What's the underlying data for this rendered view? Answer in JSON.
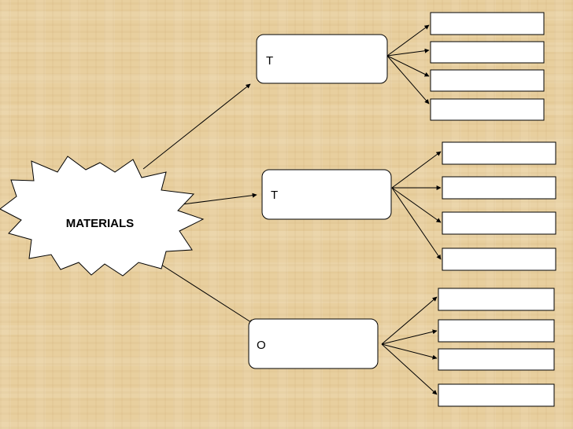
{
  "diagram": {
    "center": {
      "label": "MATERIALS"
    },
    "branches": [
      {
        "label": "T",
        "leaves": [
          "",
          "",
          "",
          ""
        ]
      },
      {
        "label": "T",
        "leaves": [
          "",
          "",
          "",
          ""
        ]
      },
      {
        "label": "O",
        "leaves": [
          "",
          "",
          "",
          ""
        ]
      }
    ]
  },
  "colors": {
    "background": "#e8cf9e",
    "box_fill": "#ffffff",
    "stroke": "#000000"
  }
}
